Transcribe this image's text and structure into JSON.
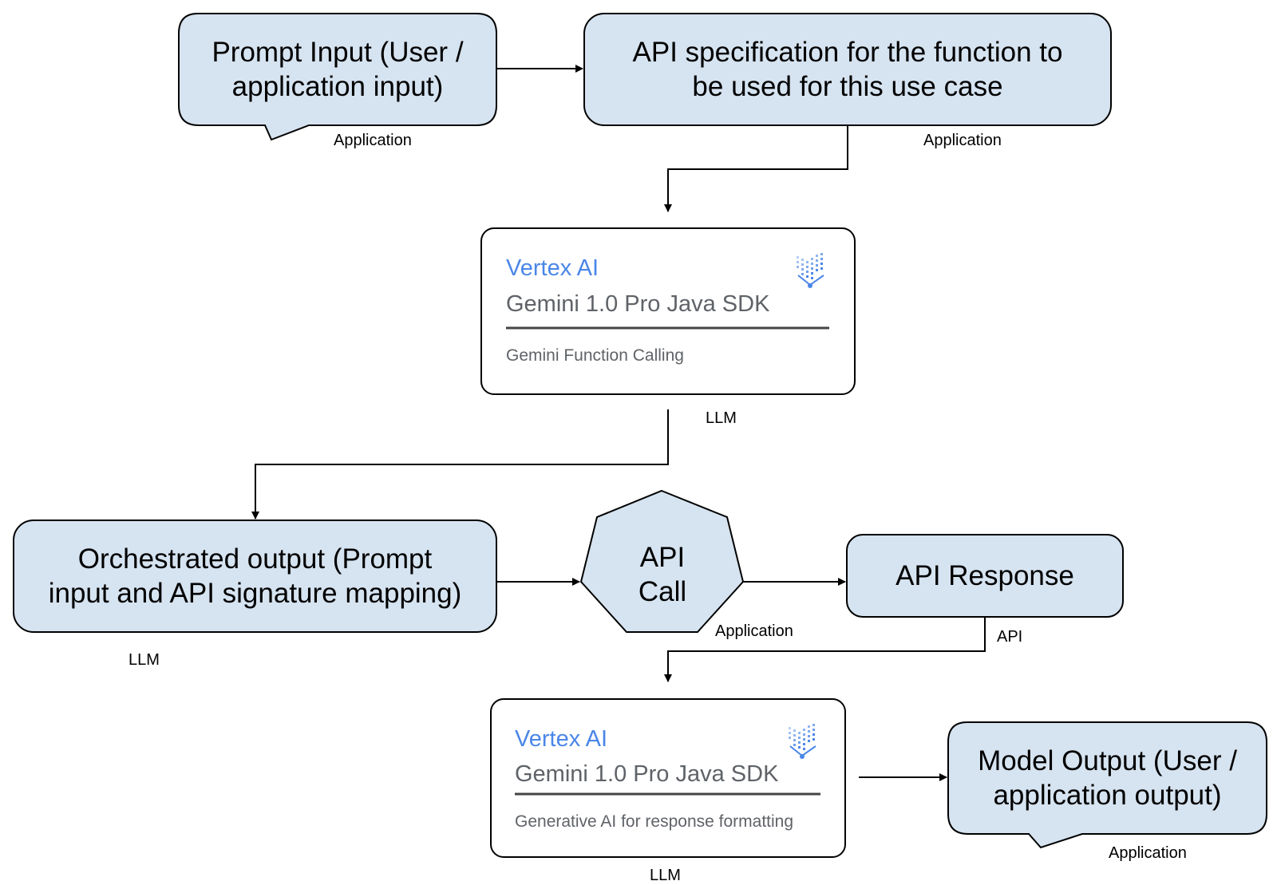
{
  "nodes": {
    "prompt_input": {
      "label": "Prompt Input (User /\napplication input)",
      "tag": "Application"
    },
    "api_spec": {
      "label": "API specification for the function to\nbe used for this use case",
      "tag": "Application"
    },
    "vertex_card_1": {
      "title": "Vertex AI",
      "product": "Gemini 1.0 Pro Java SDK",
      "description": "Gemini Function Calling",
      "tag": "LLM",
      "logo_icon": "vertex-ai-logo-icon"
    },
    "orchestrated_output": {
      "label": "Orchestrated output (Prompt\ninput and API signature mapping)",
      "tag": "LLM"
    },
    "api_call": {
      "label": "API\nCall",
      "tag": "Application"
    },
    "api_response": {
      "label": "API Response",
      "tag": "API"
    },
    "vertex_card_2": {
      "title": "Vertex AI",
      "product": "Gemini 1.0 Pro Java SDK",
      "description": "Generative AI for response formatting",
      "tag": "LLM",
      "logo_icon": "vertex-ai-logo-icon"
    },
    "model_output": {
      "label": "Model Output (User /\napplication output)",
      "tag": "Application"
    }
  },
  "colors": {
    "box_fill": "#d6e3f0",
    "box_stroke": "#000000",
    "vertex_blue": "#4a86e8",
    "card_text": "#5f6368"
  }
}
